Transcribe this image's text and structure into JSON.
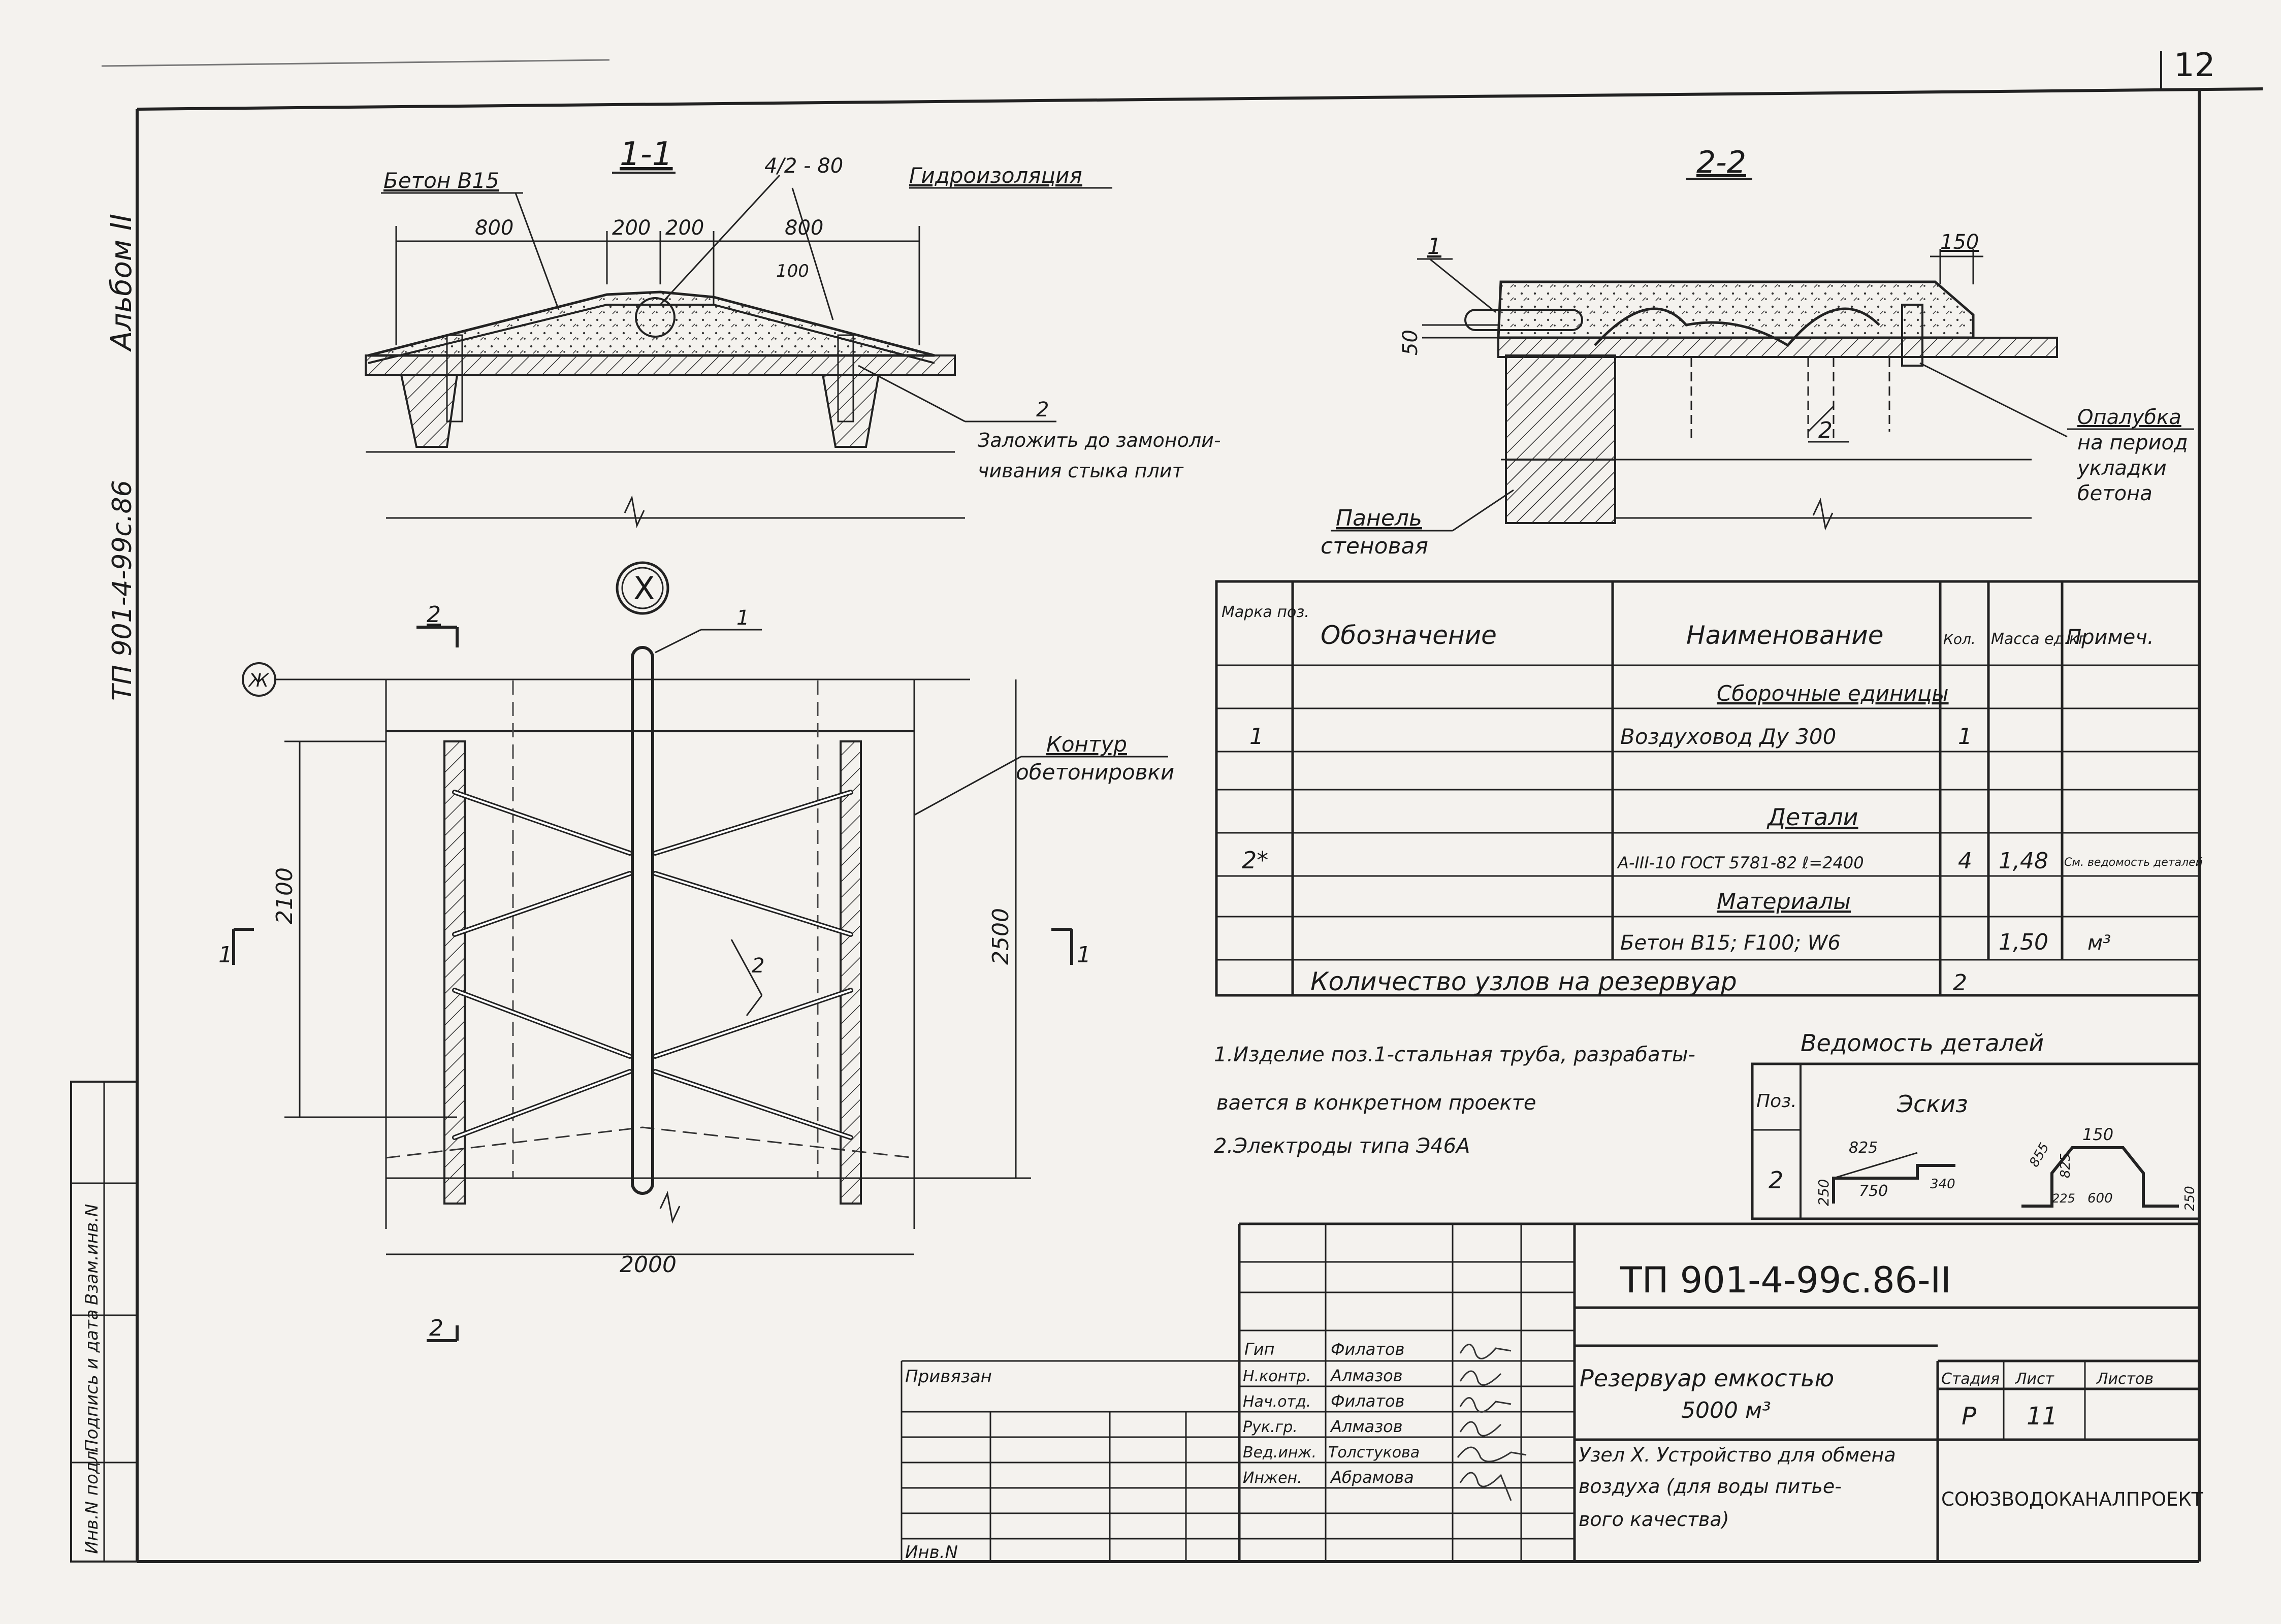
{
  "page_number": "12",
  "album": "Альбом II",
  "side_code": "ТП 901-4-99с.86",
  "section_1": {
    "title": "1-1",
    "labels": {
      "concrete": "Бетон В15",
      "waterproofing": "Гидроизоляция",
      "fraction": "4/2 - 80",
      "weld_note_1": "Заложить до замоноли-",
      "weld_note_2": "чивания стыка плит",
      "pos": "2"
    },
    "dims": {
      "d800a": "800",
      "d200a": "200",
      "d200b": "200",
      "d800b": "800",
      "d100": "100"
    }
  },
  "section_2": {
    "title": "2-2",
    "labels": {
      "pos1": "1",
      "pos2": "2",
      "d150": "150",
      "d50": "50",
      "formwork_1": "Опалубка",
      "formwork_2": "на период",
      "formwork_3": "укладки",
      "formwork_4": "бетона",
      "panel_1": "Панель",
      "panel_2": "стеновая"
    }
  },
  "plan": {
    "node_mark": "X",
    "axis": "Ж",
    "cut_1": "1",
    "cut_2": "2",
    "pos1": "1",
    "pos2": "2",
    "contour_1": "Контур",
    "contour_2": "обетонировки",
    "d2100": "2100",
    "d2500": "2500",
    "d2000": "2000"
  },
  "spec": {
    "headers": {
      "mark": "Марка поз.",
      "designation": "Обозначение",
      "name": "Наименование",
      "qty": "Кол.",
      "mass": "Масса ед.кг",
      "note": "Примеч."
    },
    "rows": [
      {
        "mark": "",
        "designation": "",
        "name": "Сборочные единицы",
        "qty": "",
        "mass": "",
        "note": ""
      },
      {
        "mark": "1",
        "designation": "",
        "name": "Воздуховод Ду 300",
        "qty": "1",
        "mass": "",
        "note": ""
      },
      {
        "mark": "",
        "designation": "",
        "name": "",
        "qty": "",
        "mass": "",
        "note": ""
      },
      {
        "mark": "",
        "designation": "",
        "name": "Детали",
        "qty": "",
        "mass": "",
        "note": ""
      },
      {
        "mark": "2*",
        "designation": "",
        "name": "A-III-10 ГОСТ 5781-82 ℓ=2400",
        "qty": "4",
        "mass": "1,48",
        "note": "См. ведомость деталей"
      },
      {
        "mark": "",
        "designation": "",
        "name": "Материалы",
        "qty": "",
        "mass": "",
        "note": ""
      },
      {
        "mark": "",
        "designation": "",
        "name": "Бетон В15; F100; W6",
        "qty": "",
        "mass": "1,50",
        "note": "м³"
      }
    ],
    "footer_label": "Количество узлов на резервуар",
    "footer_value": "2"
  },
  "notes": {
    "n1a": "1.Изделие поз.1-стальная труба, разрабаты-",
    "n1b": "вается в конкретном проекте",
    "n2": "2.Электроды типа Э46А"
  },
  "details": {
    "title": "Ведомость деталей",
    "col_pos": "Поз.",
    "col_sketch": "Эскиз",
    "pos": "2",
    "dims": {
      "a": "250",
      "b": "825",
      "c": "750",
      "d": "340",
      "e": "150",
      "f": "855",
      "g": "825",
      "h": "225",
      "i": "600",
      "j": "250"
    }
  },
  "titleblock": {
    "code": "ТП 901-4-99с.86-II",
    "bound": "Привязан",
    "inv": "Инв.N",
    "roles": [
      "Гип",
      "Н.контр.",
      "Нач.отд.",
      "Рук.гр.",
      "Вед.инж.",
      "Инжен."
    ],
    "names": [
      "Филатов",
      "Алмазов",
      "Филатов",
      "Алмазов",
      "Толстукова",
      "Абрамова"
    ],
    "object_1": "Резервуар емкостью",
    "object_2": "5000 м³",
    "stage_label": "Стадия",
    "sheet_label": "Лист",
    "sheets_label": "Листов",
    "stage": "Р",
    "sheet": "11",
    "sheet_title_1": "Узел X. Устройство для обмена",
    "sheet_title_2": "воздуха (для воды питье-",
    "sheet_title_3": "вого качества)",
    "org": "СОЮЗВОДОКАНАЛПРОЕКТ"
  },
  "left_margin": [
    "Инв.N подл.",
    "Подпись и дата",
    "Взам.инв.N"
  ]
}
